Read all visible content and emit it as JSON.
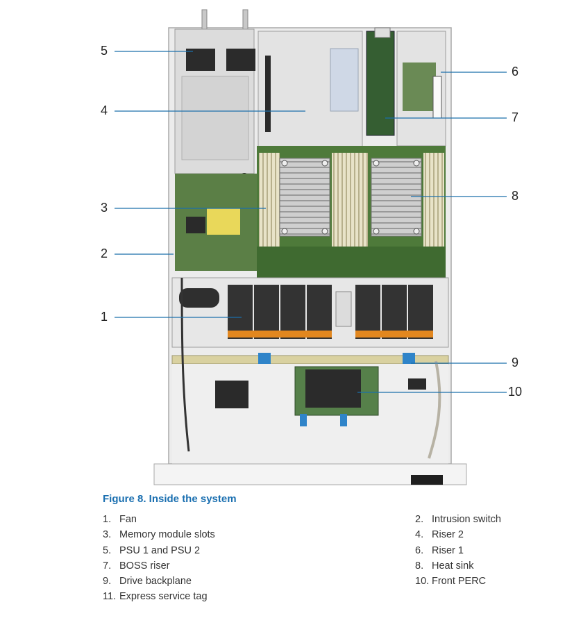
{
  "callouts": [
    "1",
    "2",
    "3",
    "4",
    "5",
    "6",
    "7",
    "8",
    "9",
    "10"
  ],
  "caption": "Figure 8. Inside the system",
  "legend_left": [
    {
      "num": "1.",
      "label": "Fan"
    },
    {
      "num": "3.",
      "label": "Memory module slots"
    },
    {
      "num": "5.",
      "label": "PSU 1 and PSU 2"
    },
    {
      "num": "7.",
      "label": "BOSS riser"
    },
    {
      "num": "9.",
      "label": "Drive backplane"
    },
    {
      "num": "11.",
      "label": "Express service tag"
    }
  ],
  "legend_right": [
    {
      "num": "2.",
      "label": "Intrusion switch"
    },
    {
      "num": "4.",
      "label": "Riser 2"
    },
    {
      "num": "6.",
      "label": "Riser 1"
    },
    {
      "num": "8.",
      "label": "Heat sink"
    },
    {
      "num": "10.",
      "label": "Front PERC"
    }
  ],
  "colors": {
    "caption": "#1a6fb0",
    "chassis": "#e6e6e6",
    "board": "#4e7a3a",
    "fan_accent": "#e2871f",
    "latch": "#2f84c9"
  }
}
